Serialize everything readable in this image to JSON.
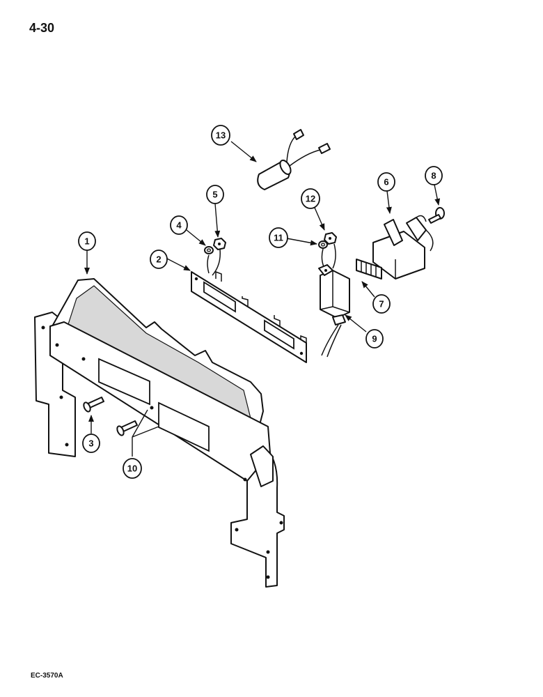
{
  "page_number": "4-30",
  "figure_code": "EC-3570A",
  "callouts": {
    "c1": "1",
    "c2": "2",
    "c3": "3",
    "c4": "4",
    "c5": "5",
    "c6": "6",
    "c7": "7",
    "c8": "8",
    "c9": "9",
    "c10": "10",
    "c11": "11",
    "c12": "12",
    "c13": "13"
  }
}
